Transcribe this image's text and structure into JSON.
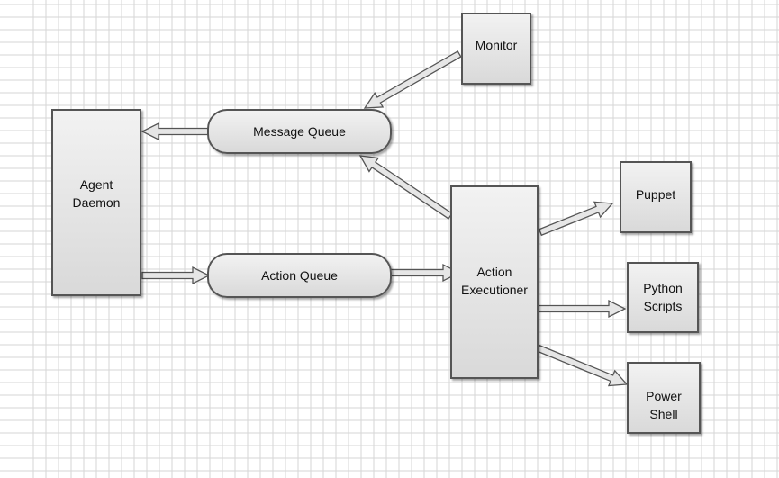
{
  "diagram": {
    "nodes": {
      "monitor": {
        "label": "Monitor"
      },
      "message_queue": {
        "label": "Message Queue"
      },
      "agent_daemon": {
        "label": "Agent\nDaemon"
      },
      "action_queue": {
        "label": "Action Queue"
      },
      "action_executioner": {
        "label": "Action\nExecutioner"
      },
      "puppet": {
        "label": "Puppet"
      },
      "python_scripts": {
        "label": "Python\nScripts"
      },
      "power_shell": {
        "label": "Power\nShell"
      }
    },
    "edges": [
      {
        "from": "monitor",
        "to": "message_queue"
      },
      {
        "from": "message_queue",
        "to": "agent_daemon"
      },
      {
        "from": "action_executioner",
        "to": "message_queue"
      },
      {
        "from": "agent_daemon",
        "to": "action_queue"
      },
      {
        "from": "action_queue",
        "to": "action_executioner"
      },
      {
        "from": "action_executioner",
        "to": "puppet"
      },
      {
        "from": "action_executioner",
        "to": "python_scripts"
      },
      {
        "from": "action_executioner",
        "to": "power_shell"
      }
    ]
  },
  "colors": {
    "grid": "#d6d6d6",
    "node_border": "#555555",
    "node_fill_top": "#f2f2f2",
    "node_fill_bottom": "#d9d9d9",
    "arrow_fill": "#e6e6e6",
    "arrow_stroke": "#555555"
  }
}
